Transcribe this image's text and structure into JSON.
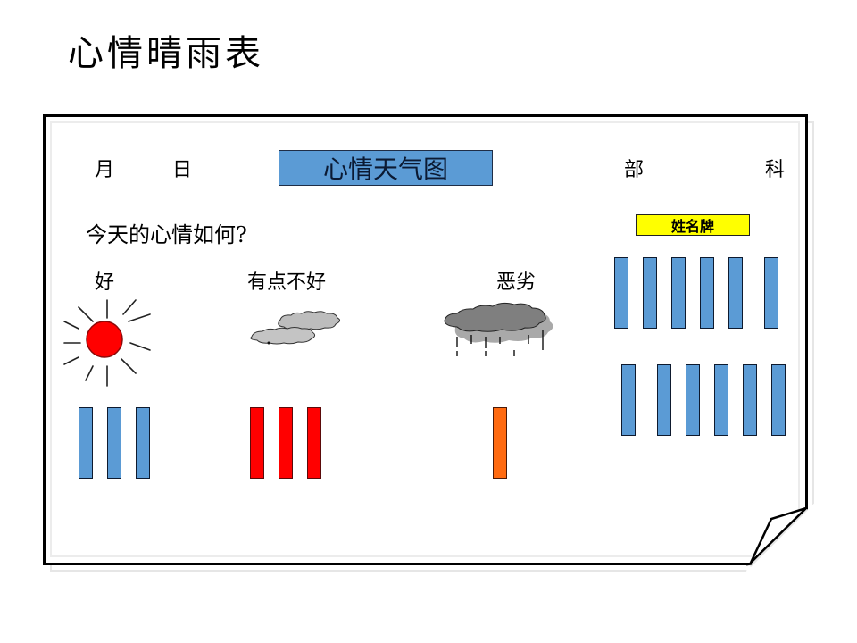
{
  "page": {
    "title": "心情晴雨表"
  },
  "board": {
    "month_label": "月",
    "day_label": "日",
    "chart_title": "心情天气图",
    "department_label": "部",
    "section_label": "科",
    "nameplate_label": "姓名牌",
    "question": "今天的心情如何?"
  },
  "moods": [
    {
      "label": "好",
      "icon": "sun-icon",
      "bar_color": "#5b9bd5",
      "count": 3
    },
    {
      "label": "有点不好",
      "icon": "cloud-icon",
      "bar_color": "#ff0000",
      "count": 3
    },
    {
      "label": "恶劣",
      "icon": "rain-cloud-icon",
      "bar_color": "#ff6a10",
      "count": 1
    }
  ],
  "nameplates": {
    "color": "#5b9bd5",
    "row1_count": 6,
    "row2_count": 6
  },
  "colors": {
    "title_box": "#5b9bd5",
    "nameplate_tag": "#ffff00",
    "sun": "#ff0000",
    "light_cloud": "#c0c0c0",
    "dark_cloud": "#808080"
  }
}
